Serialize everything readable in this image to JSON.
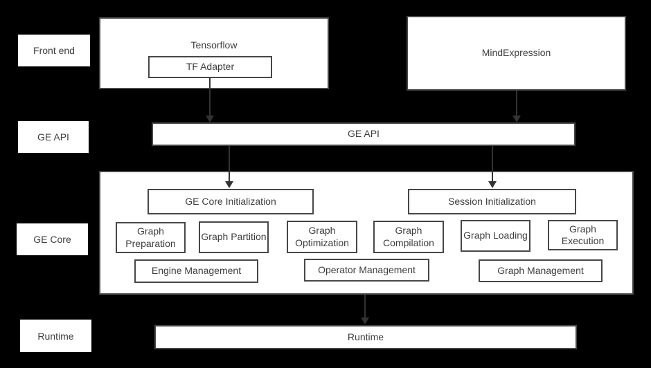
{
  "side_labels": {
    "front_end": "Front end",
    "ge_api": "GE API",
    "ge_core": "GE Core",
    "runtime": "Runtime"
  },
  "front_end_row": {
    "tensorflow": {
      "title": "Tensorflow",
      "adapter_label": "TF Adapter"
    },
    "mind_expression": {
      "title": "MindExpression"
    }
  },
  "ge_api_row": {
    "bar_label": "GE API"
  },
  "ge_core_section": {
    "init_boxes": [
      {
        "label": "GE Core Initialization"
      },
      {
        "label": "Session Initialization"
      }
    ],
    "stage_boxes": [
      {
        "label": "Graph Preparation"
      },
      {
        "label": "Graph Partition"
      },
      {
        "label": "Graph Optimization"
      },
      {
        "label": "Graph Compilation"
      },
      {
        "label": "Graph Loading"
      },
      {
        "label": "Graph Execution"
      }
    ],
    "management_boxes": [
      {
        "label": "Engine Management"
      },
      {
        "label": "Operator Management"
      },
      {
        "label": "Graph Management"
      }
    ]
  },
  "runtime_row": {
    "bar_label": "Runtime"
  },
  "colors": {
    "background": "#000000",
    "box_fill": "#ffffff",
    "border": "#474747",
    "text": "#3d3d3d",
    "arrow": "#333333"
  }
}
